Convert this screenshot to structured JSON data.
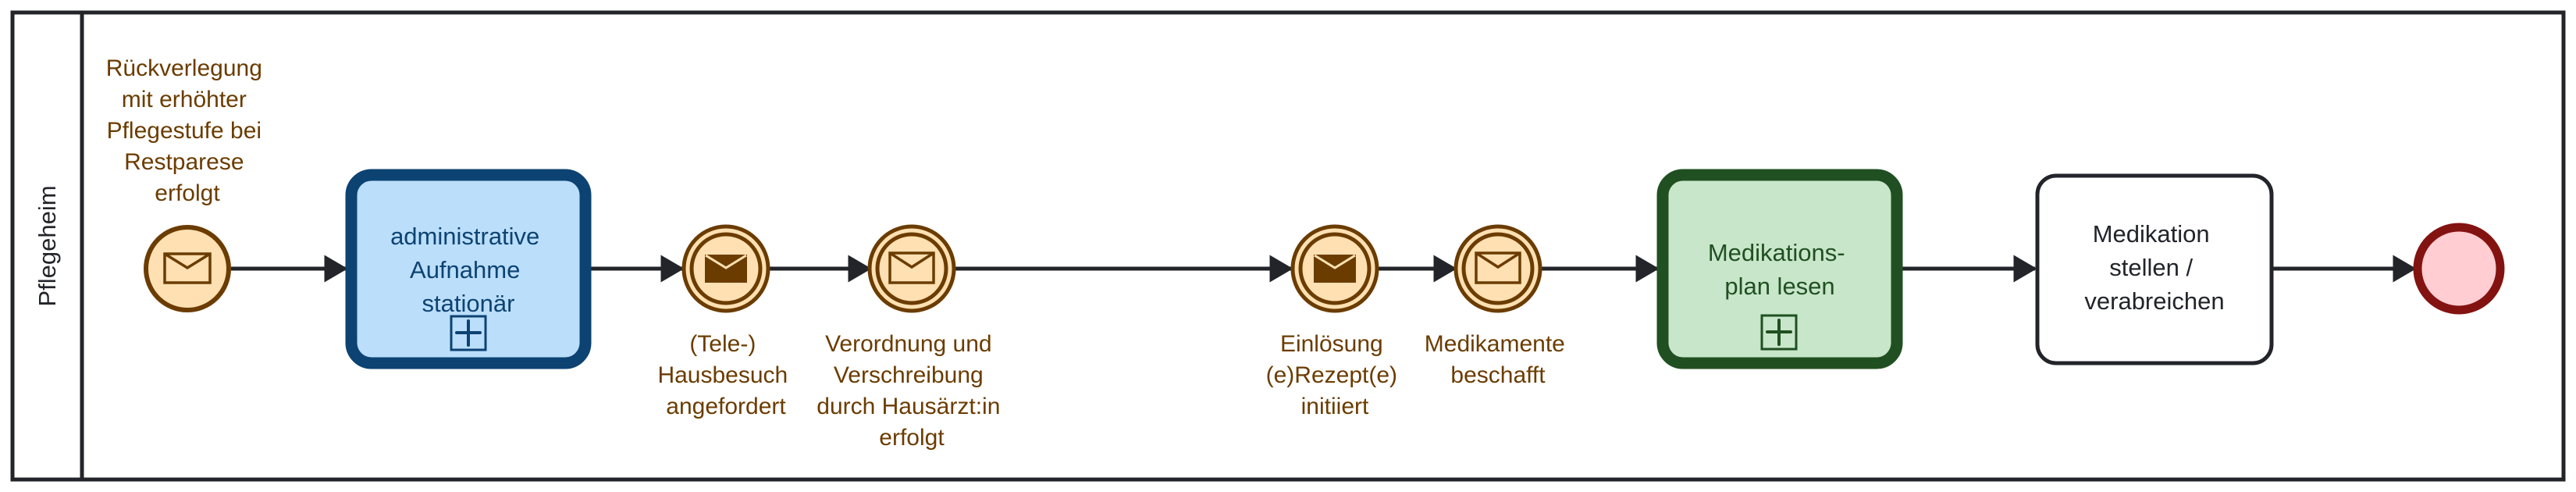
{
  "diagram": {
    "type": "BPMN process",
    "pool": {
      "lane_label": "Pflegeheim"
    },
    "colors": {
      "line": "#22242a",
      "event_stroke": "#6b3c00",
      "event_fill": "#ffe0b2",
      "subprocess_blue_stroke": "#0d4372",
      "subprocess_blue_fill": "#bbdefb",
      "subprocess_green_stroke": "#205022",
      "subprocess_green_fill": "#c8e6c9",
      "task_stroke": "#22242a",
      "task_fill": "#ffffff",
      "end_stroke": "#831311",
      "end_fill": "#ffcdd2"
    },
    "start_event": {
      "kind": "message-start-event",
      "label_lines": [
        "Rückverlegung",
        "mit erhöhter",
        "Pflegestufe bei",
        "Restparese",
        "erfolgt"
      ]
    },
    "subprocess_admin": {
      "kind": "collapsed-subprocess",
      "label_lines": [
        "administrative",
        "Aufnahme",
        "stationär"
      ]
    },
    "event_hausbesuch": {
      "kind": "intermediate-message-throw-event",
      "label_lines": [
        "(Tele-)",
        "Hausbesuch",
        "angefordert"
      ]
    },
    "event_verordnung": {
      "kind": "intermediate-message-catch-event",
      "label_lines": [
        "Verordnung und",
        "Verschreibung",
        "durch Hausärzt:in",
        "erfolgt"
      ]
    },
    "event_einloesung": {
      "kind": "intermediate-message-throw-event",
      "label_lines": [
        "Einlösung",
        "(e)Rezept(e)",
        "initiiert"
      ]
    },
    "event_medikamente": {
      "kind": "intermediate-message-catch-event",
      "label_lines": [
        "Medikamente",
        "beschafft"
      ]
    },
    "subprocess_medplan": {
      "kind": "collapsed-subprocess",
      "label_lines": [
        "Medikations-",
        "plan lesen"
      ]
    },
    "task_medikation": {
      "kind": "task",
      "label_lines": [
        "Medikation",
        "stellen /",
        "verabreichen"
      ]
    },
    "end_event": {
      "kind": "end-event"
    }
  }
}
